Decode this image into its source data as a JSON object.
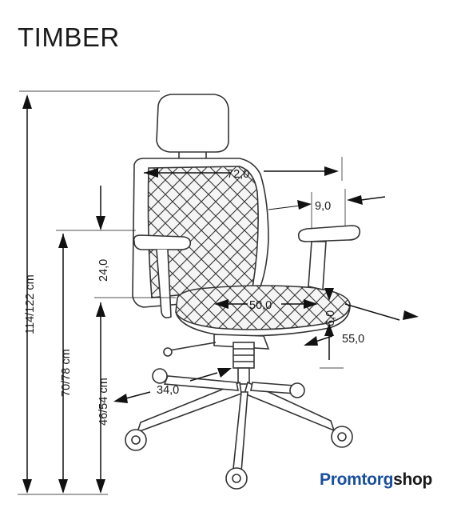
{
  "title": "TIMBER",
  "dimensions": {
    "total_height": "114/122 cm",
    "armrest_height": "70/78 cm",
    "seat_height": "46/54 cm",
    "backrest_span": "24,0",
    "width": "72,0",
    "armrest_width": "9,0",
    "seat_width": "50,0",
    "seat_thickness": "6,0",
    "depth": "55,0",
    "base_radius": "34,0"
  },
  "logo": {
    "part1": "Promtorg",
    "part2": "shop"
  }
}
